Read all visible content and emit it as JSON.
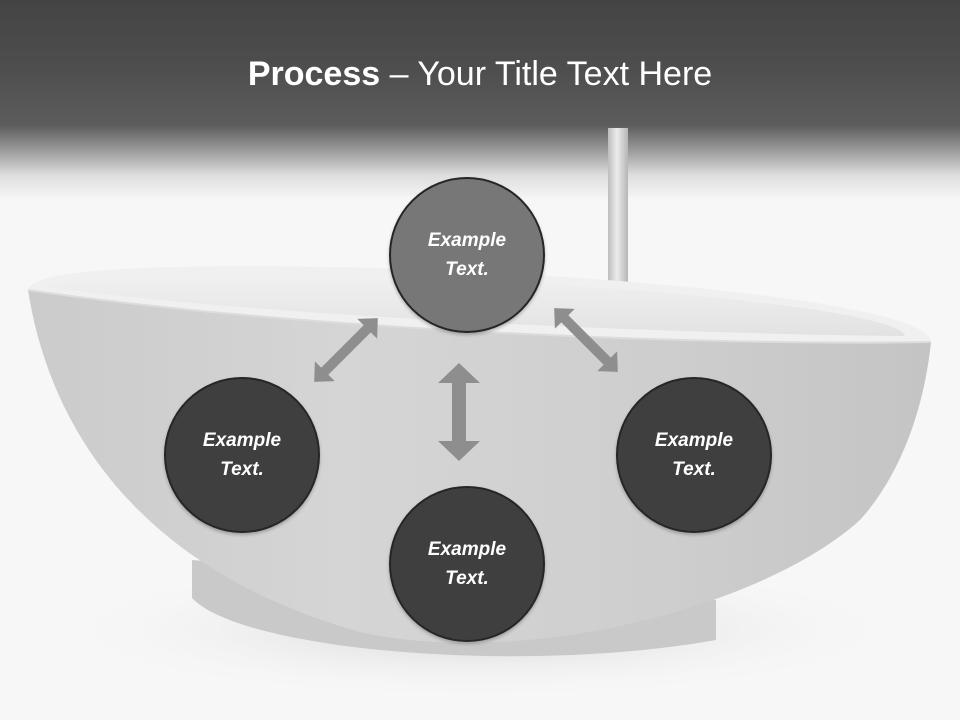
{
  "slide": {
    "title_strong": "Process",
    "title_rest": " – Your Title Text Here"
  },
  "diagram": {
    "nodes": {
      "top": {
        "line1": "Example",
        "line2": "Text."
      },
      "left": {
        "line1": "Example",
        "line2": "Text."
      },
      "right": {
        "line1": "Example",
        "line2": "Text."
      },
      "bottom": {
        "line1": "Example",
        "line2": "Text."
      }
    }
  },
  "colors": {
    "header": "#444444",
    "node_top": "#777777",
    "node_dark": "#3f3f3f",
    "arrow": "#8e8e8e",
    "tub": "#cfcfcf"
  }
}
